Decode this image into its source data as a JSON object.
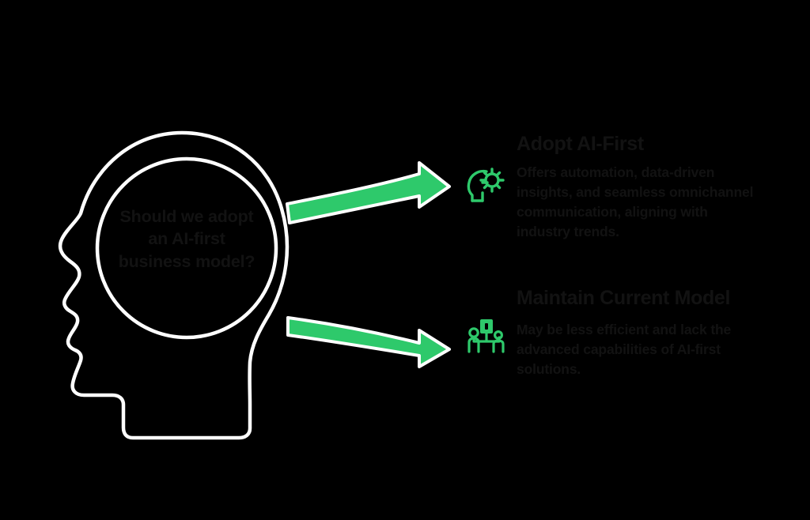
{
  "colors": {
    "background": "#000000",
    "accent_green": "#2ec96b",
    "outline_white": "#ffffff",
    "text_dark": "#121212"
  },
  "central": {
    "icon": "head-profile-brain-outline",
    "question": "Should we adopt an AI-first business model?"
  },
  "arrows": [
    {
      "name": "arrow-to-option-0",
      "direction": "right-up"
    },
    {
      "name": "arrow-to-option-1",
      "direction": "right-down"
    }
  ],
  "options": [
    {
      "title": "Adopt AI-First",
      "description": "Offers automation, data-driven insights, and seamless omnichannel communication, aligning with industry trends.",
      "icon": "head-with-gear-icon"
    },
    {
      "title": "Maintain Current Model",
      "description": "May be less efficient and lack the advanced capabilities of AI-first solutions.",
      "icon": "people-org-chart-icon"
    }
  ]
}
